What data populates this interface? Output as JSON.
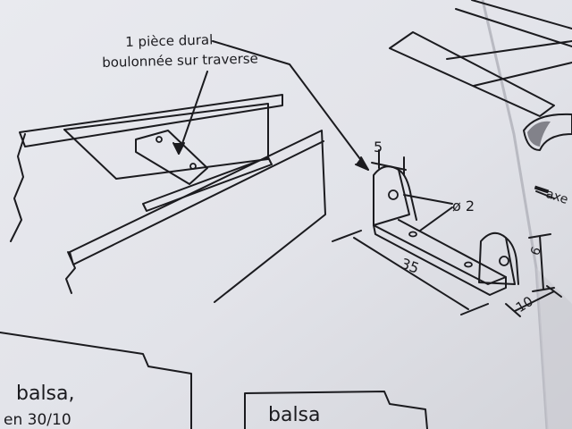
{
  "annotation": {
    "line1": "1 pièce dural",
    "line2": "boulonnée sur traverse"
  },
  "dimensions": {
    "width_5": "5",
    "hole_diameter": "ø 2",
    "length_35": "35",
    "height_6": "6",
    "depth_10": "10"
  },
  "labels": {
    "axe_partial": "axe",
    "balsa_1": "balsa,",
    "balsa_1_spec": "en 30/10",
    "balsa_2": "balsa"
  },
  "colors": {
    "paper": "#e8e9ee",
    "ink": "#1b1b1f",
    "shadow": "#c4c5cc"
  }
}
